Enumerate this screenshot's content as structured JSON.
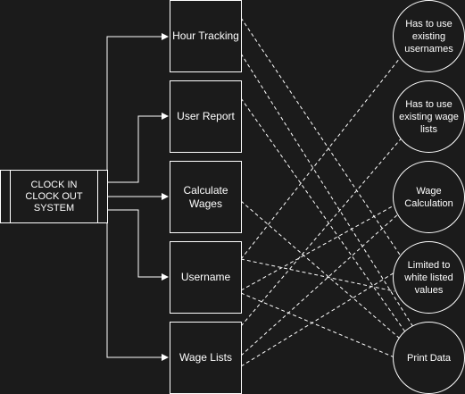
{
  "system": {
    "label": "CLOCK IN\nCLOCK OUT\nSYSTEM"
  },
  "modules": [
    {
      "label": "Hour Tracking"
    },
    {
      "label": "User Report"
    },
    {
      "label": "Calculate Wages"
    },
    {
      "label": "Username"
    },
    {
      "label": "Wage Lists"
    }
  ],
  "constraints": [
    {
      "label": "Has to use existing usernames"
    },
    {
      "label": "Has to use existing wage lists"
    },
    {
      "label": "Wage Calculation"
    },
    {
      "label": "Limited to white listed values"
    },
    {
      "label": "Print Data"
    }
  ],
  "colors": {
    "background": "#1b1b1b",
    "line": "#ffffff"
  }
}
